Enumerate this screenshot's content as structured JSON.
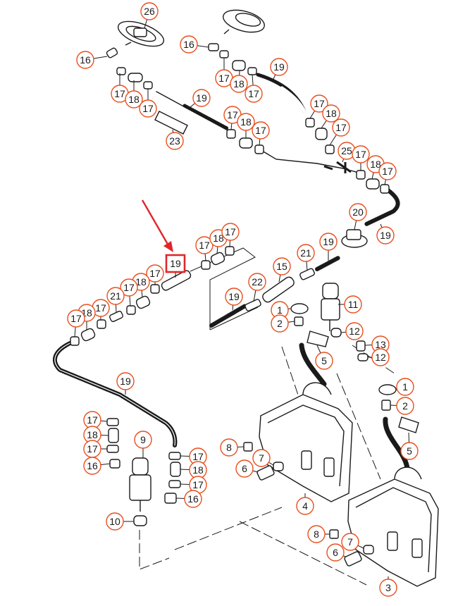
{
  "diagram": {
    "accent_color": "#e8501f",
    "highlight_color": "#e0262b",
    "line_color": "#1a1a1a",
    "highlighted_callout": "19",
    "callouts": [
      {
        "id": "c26a",
        "label": "26"
      },
      {
        "id": "c16a",
        "label": "16"
      },
      {
        "id": "c17a",
        "label": "17"
      },
      {
        "id": "c18a",
        "label": "18"
      },
      {
        "id": "c17b",
        "label": "17"
      },
      {
        "id": "c19a",
        "label": "19"
      },
      {
        "id": "c23",
        "label": "23"
      },
      {
        "id": "c16b",
        "label": "16"
      },
      {
        "id": "c17c",
        "label": "17"
      },
      {
        "id": "c18b",
        "label": "18"
      },
      {
        "id": "c17d",
        "label": "17"
      },
      {
        "id": "c19b",
        "label": "19"
      },
      {
        "id": "c17e",
        "label": "17"
      },
      {
        "id": "c18c",
        "label": "18"
      },
      {
        "id": "c17f",
        "label": "17"
      },
      {
        "id": "c17g",
        "label": "17"
      },
      {
        "id": "c18d",
        "label": "18"
      },
      {
        "id": "c17h",
        "label": "17"
      },
      {
        "id": "c25",
        "label": "25"
      },
      {
        "id": "c17i",
        "label": "17"
      },
      {
        "id": "c18e",
        "label": "18"
      },
      {
        "id": "c17j",
        "label": "17"
      },
      {
        "id": "c20",
        "label": "20"
      },
      {
        "id": "c19c",
        "label": "19"
      },
      {
        "id": "c17k",
        "label": "17"
      },
      {
        "id": "c18f",
        "label": "18"
      },
      {
        "id": "c17l",
        "label": "17"
      },
      {
        "id": "c19d",
        "label": "19"
      },
      {
        "id": "c21a",
        "label": "21"
      },
      {
        "id": "c19e",
        "label": "19"
      },
      {
        "id": "c15",
        "label": "15"
      },
      {
        "id": "c17m",
        "label": "17"
      },
      {
        "id": "c18g",
        "label": "18"
      },
      {
        "id": "c17n",
        "label": "17"
      },
      {
        "id": "c21b",
        "label": "21"
      },
      {
        "id": "c17o",
        "label": "17"
      },
      {
        "id": "c18h",
        "label": "18"
      },
      {
        "id": "c17p",
        "label": "17"
      },
      {
        "id": "c22",
        "label": "22"
      },
      {
        "id": "c19f",
        "label": "19"
      },
      {
        "id": "c1a",
        "label": "1"
      },
      {
        "id": "c2a",
        "label": "2"
      },
      {
        "id": "c11",
        "label": "11"
      },
      {
        "id": "c12a",
        "label": "12"
      },
      {
        "id": "c13",
        "label": "13"
      },
      {
        "id": "c12b",
        "label": "12"
      },
      {
        "id": "c5a",
        "label": "5"
      },
      {
        "id": "c19g",
        "label": "19"
      },
      {
        "id": "c1b",
        "label": "1"
      },
      {
        "id": "c2b",
        "label": "2"
      },
      {
        "id": "c5b",
        "label": "5"
      },
      {
        "id": "c17q",
        "label": "17"
      },
      {
        "id": "c18i",
        "label": "18"
      },
      {
        "id": "c17r",
        "label": "17"
      },
      {
        "id": "c16c",
        "label": "16"
      },
      {
        "id": "c9",
        "label": "9"
      },
      {
        "id": "c17s",
        "label": "17"
      },
      {
        "id": "c18j",
        "label": "18"
      },
      {
        "id": "c17t",
        "label": "17"
      },
      {
        "id": "c16d",
        "label": "16"
      },
      {
        "id": "c10",
        "label": "10"
      },
      {
        "id": "c8a",
        "label": "8"
      },
      {
        "id": "c7a",
        "label": "7"
      },
      {
        "id": "c6a",
        "label": "6"
      },
      {
        "id": "c4",
        "label": "4"
      },
      {
        "id": "c8b",
        "label": "8"
      },
      {
        "id": "c7b",
        "label": "7"
      },
      {
        "id": "c6b",
        "label": "6"
      },
      {
        "id": "c3",
        "label": "3"
      }
    ]
  }
}
